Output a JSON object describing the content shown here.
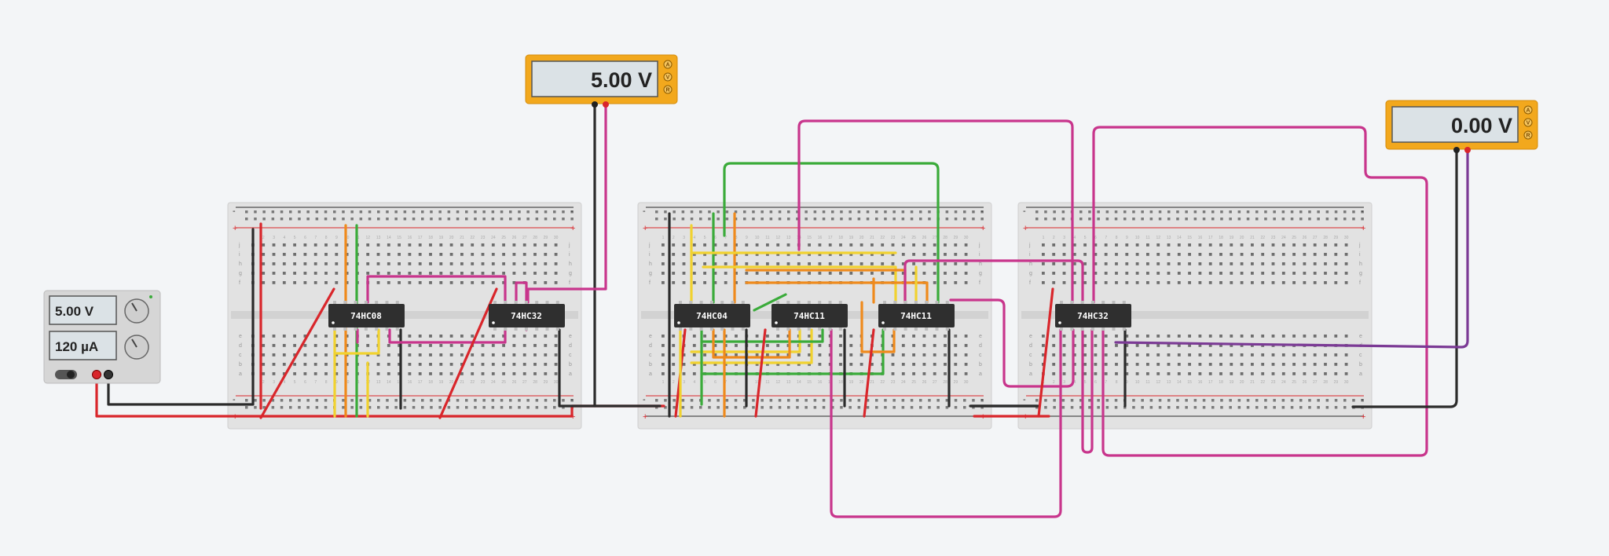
{
  "power_supply": {
    "voltage": "5.00 V",
    "current": "120 µA"
  },
  "meters": [
    {
      "id": "meter-1",
      "reading": "5.00 V",
      "modes": [
        "A",
        "V",
        "R"
      ]
    },
    {
      "id": "meter-2",
      "reading": "0.00 V",
      "modes": [
        "A",
        "V",
        "R"
      ]
    }
  ],
  "chips": [
    {
      "name": "74HC08"
    },
    {
      "name": "74HC32"
    },
    {
      "name": "74HC04"
    },
    {
      "name": "74HC11"
    },
    {
      "name": "74HC11"
    },
    {
      "name": "74HC32"
    }
  ],
  "breadboard": {
    "row_letters_top": [
      "j",
      "i",
      "h",
      "g",
      "f"
    ],
    "row_letters_bottom": [
      "e",
      "d",
      "c",
      "b",
      "a"
    ],
    "column_numbers": [
      "1",
      "2",
      "3",
      "4",
      "5",
      "6",
      "7",
      "8",
      "9",
      "10",
      "11",
      "12",
      "13",
      "14",
      "15",
      "16",
      "17",
      "18",
      "19",
      "20",
      "21",
      "22",
      "23",
      "24",
      "25",
      "26",
      "27",
      "28",
      "29",
      "30"
    ],
    "rail_signs": [
      "-",
      "+"
    ]
  },
  "colors": {
    "red": "#d9262b",
    "black": "#2b2b2b",
    "pink": "#c8358c",
    "green": "#3aab3a",
    "yellow": "#f1d22f",
    "orange": "#ef8a1c",
    "purple": "#7b3a95",
    "meter_body": "#f2a81d"
  }
}
